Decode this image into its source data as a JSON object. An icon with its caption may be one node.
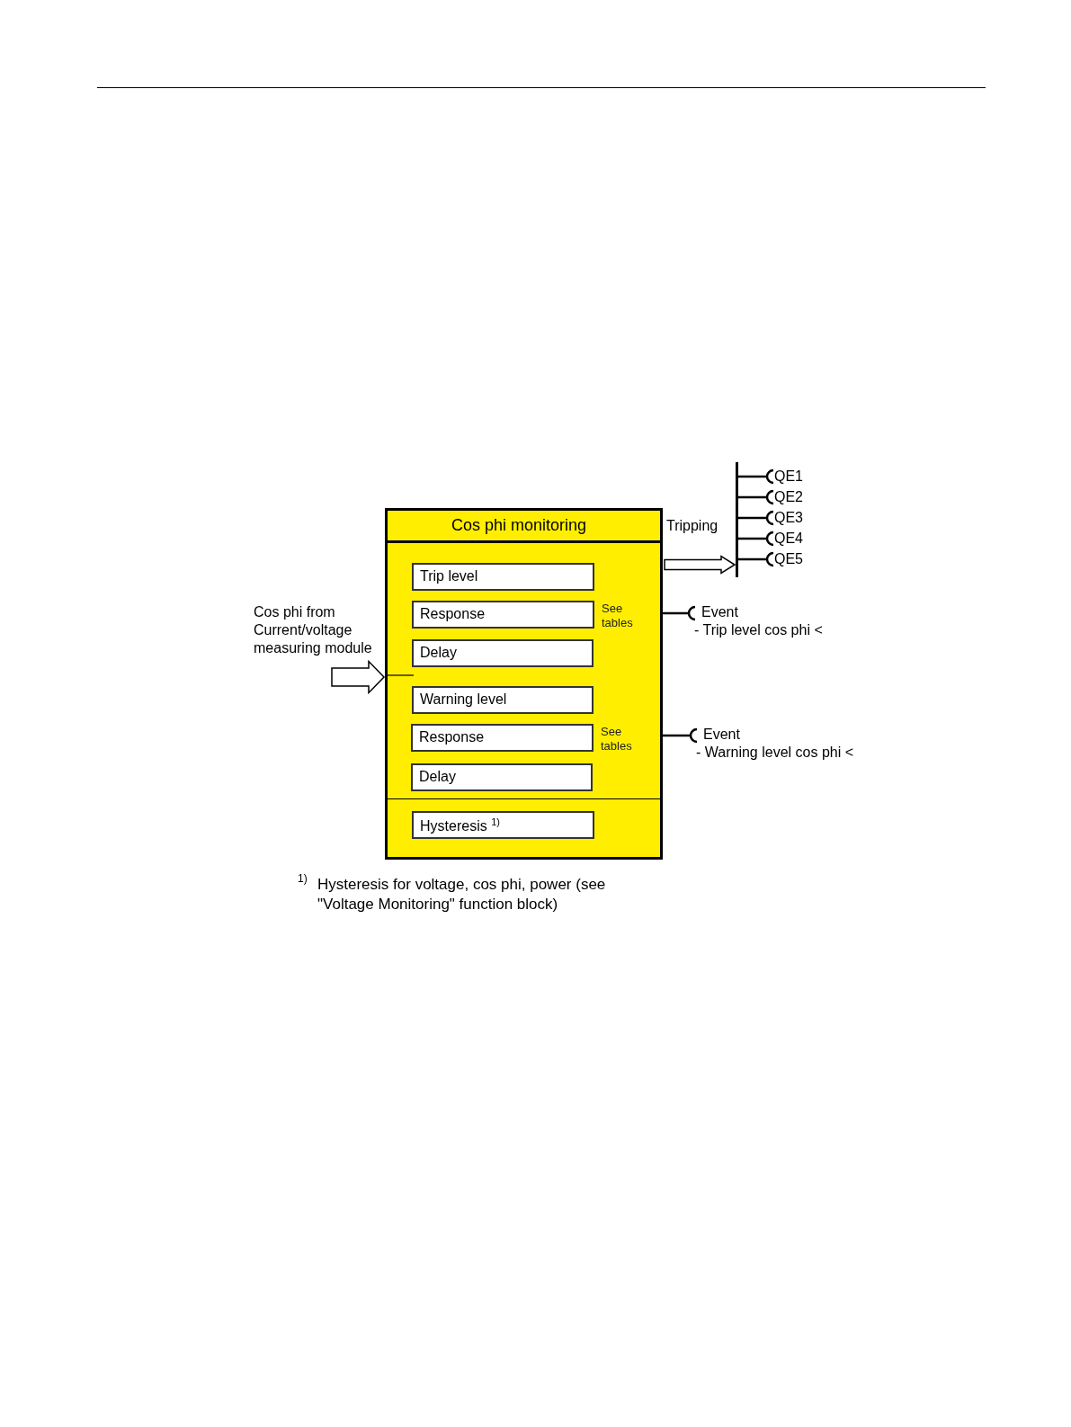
{
  "diagram": {
    "nodes": [
      {
        "text": [
          "Cos phi monitoring"
        ]
      },
      {
        "text": [
          "Trip level"
        ],
        "in": 0
      },
      {
        "text": [
          "Response"
        ],
        "in": 0,
        "beside": [
          "See tables"
        ]
      },
      {
        "text": [
          "Delay"
        ],
        "in": 0
      },
      {
        "text": [
          "Warning level"
        ],
        "in": 0
      },
      {
        "text": [
          "Response"
        ],
        "in": 0,
        "beside": [
          "See tables"
        ]
      },
      {
        "text": [
          "Delay"
        ],
        "in": 0
      },
      {
        "text": [
          "Hysteresis $^{1)}$"
        ],
        "in": 0
      },
      {
        "text": [
          "Cos phi from Current/voltage measuring module"
        ]
      },
      {
        "text": [],
        "shape": "bar"
      },
      {
        "text": [
          "QE1"
        ]
      },
      {
        "text": [
          "QE2"
        ]
      },
      {
        "text": [
          "QE3"
        ]
      },
      {
        "text": [
          "QE4"
        ]
      },
      {
        "text": [
          "QE5"
        ]
      },
      {
        "text": [
          "Event",
          "- Trip level cos phi <"
        ]
      },
      {
        "text": [
          "Event",
          "- Warning level cos phi <"
        ]
      }
    ],
    "edges": [
      {
        "from": 8,
        "to": 0,
        "arrow": "to"
      },
      {
        "from": 0,
        "to": 9,
        "arrow": "to",
        "label": "Tripping"
      },
      {
        "from": 9,
        "to": 10,
        "arrow": "other"
      },
      {
        "from": 9,
        "to": 11,
        "arrow": "other"
      },
      {
        "from": 9,
        "to": 12,
        "arrow": "other"
      },
      {
        "from": 9,
        "to": 13,
        "arrow": "other"
      },
      {
        "from": 9,
        "to": 14,
        "arrow": "other"
      },
      {
        "from": 0,
        "to": 15,
        "arrow": "other"
      },
      {
        "from": 0,
        "to": 16,
        "arrow": "other"
      }
    ],
    "labels": [
      "1)",
      "Hysteresis for voltage, cos phi, power (see \"Voltage Monitoring\" function block)"
    ]
  }
}
